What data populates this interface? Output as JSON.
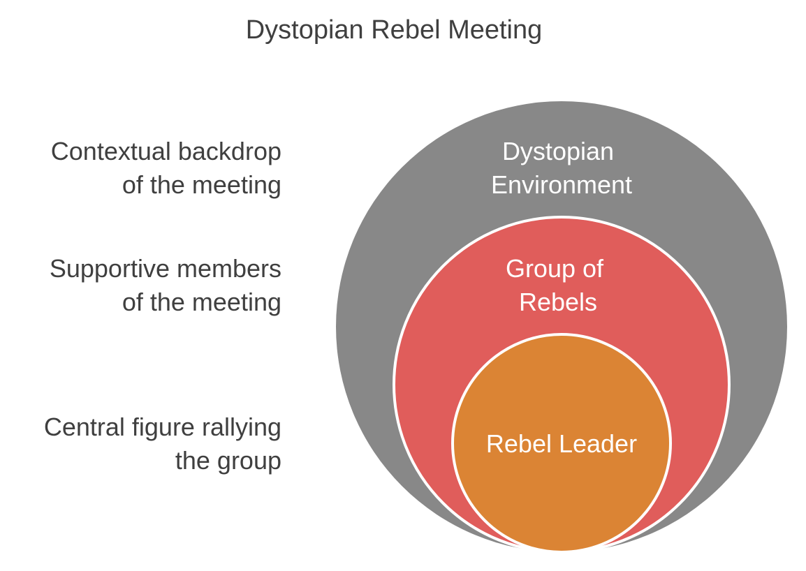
{
  "title": "Dystopian Rebel Meeting",
  "descriptions": [
    {
      "lines": [
        "Contextual backdrop",
        "of the meeting"
      ]
    },
    {
      "lines": [
        "Supportive members",
        "of the meeting"
      ]
    },
    {
      "lines": [
        "Central figure rallying",
        "the group"
      ]
    }
  ],
  "circles": [
    {
      "lines": [
        "Dystopian",
        "Environment"
      ],
      "color": "#888888"
    },
    {
      "lines": [
        "Group of",
        "Rebels"
      ],
      "color": "#e05d5b"
    },
    {
      "lines": [
        "Rebel Leader"
      ],
      "color": "#db8434"
    }
  ]
}
